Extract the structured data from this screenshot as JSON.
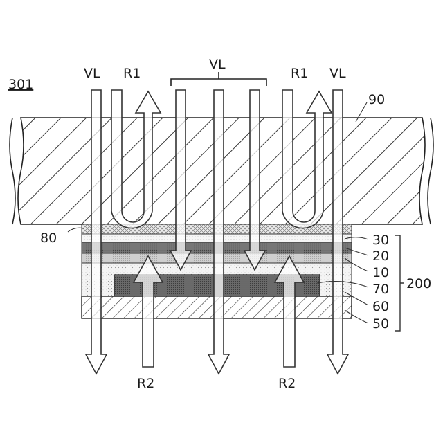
{
  "figure": {
    "ref": "301",
    "labels": {
      "vl_left": "VL",
      "r1_left": "R1",
      "vl_top": "VL",
      "r1_right": "R1",
      "vl_right": "VL",
      "substrate": "90",
      "layer_80": "80",
      "layer_30": "30",
      "layer_20": "20",
      "layer_10": "10",
      "layer_70": "70",
      "group_200": "200",
      "layer_60": "60",
      "layer_50": "50",
      "r2_left": "R2",
      "r2_right": "R2"
    }
  }
}
